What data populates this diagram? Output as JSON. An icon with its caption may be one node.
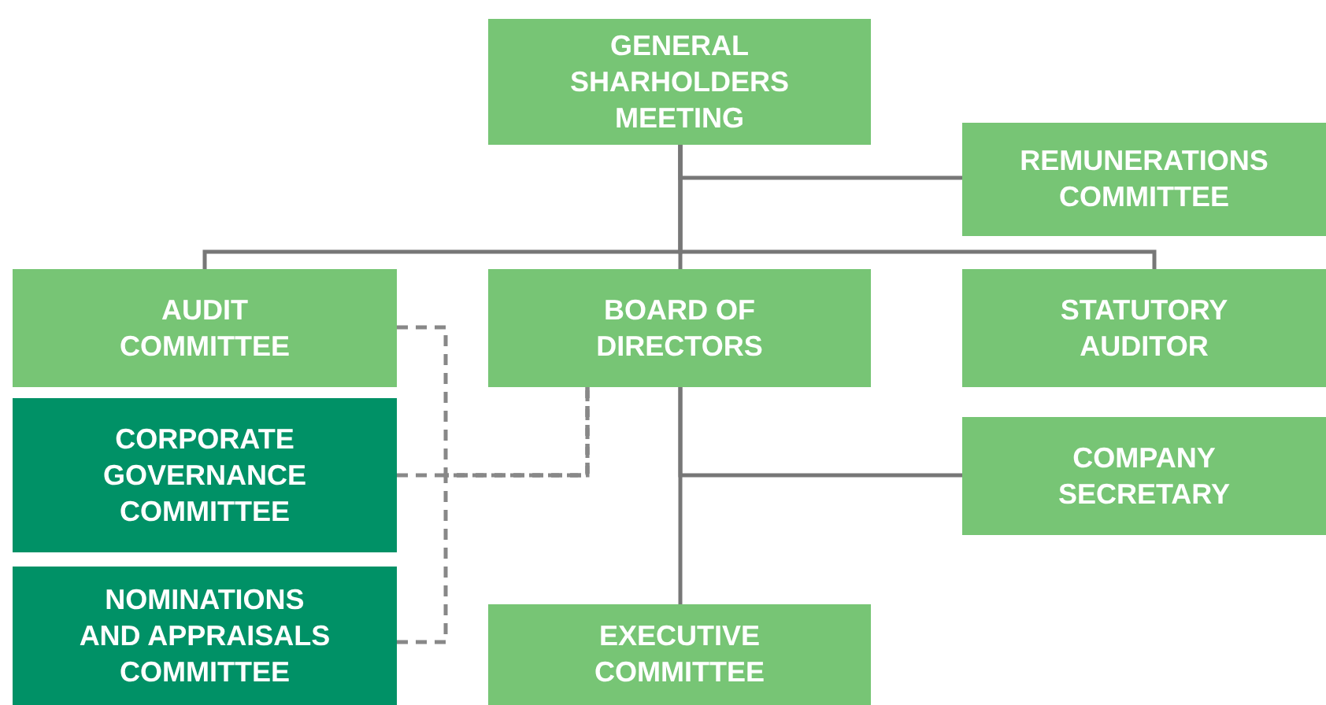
{
  "diagram": {
    "nodes": [
      {
        "text": [
          "GENERAL SHARHOLDERS MEETING"
        ]
      },
      {
        "text": [
          "REMUNERATIONS COMMITTEE"
        ]
      },
      {
        "text": [
          "AUDIT COMMITTEE"
        ]
      },
      {
        "text": [
          "BOARD OF DIRECTORS"
        ]
      },
      {
        "text": [
          "STATUTORY AUDITOR"
        ]
      },
      {
        "text": [
          "CORPORATE GOVERNANCE COMMITTEE"
        ]
      },
      {
        "text": [
          "COMPANY SECRETARY"
        ]
      },
      {
        "text": [
          "NOMINATIONS AND APPRAISALS COMMITTEE"
        ]
      },
      {
        "text": [
          "EXECUTIVE COMMITTEE"
        ]
      }
    ],
    "edges": [
      {
        "from": 0,
        "to": 1,
        "arrow": "none"
      },
      {
        "from": 0,
        "to": 2,
        "arrow": "none"
      },
      {
        "from": 0,
        "to": 3,
        "arrow": "none"
      },
      {
        "from": 0,
        "to": 4,
        "arrow": "none"
      },
      {
        "from": 3,
        "to": 6,
        "arrow": "none"
      },
      {
        "from": 3,
        "to": 8,
        "arrow": "none"
      },
      {
        "from": 2,
        "to": 3,
        "arrow": "none",
        "style": "dashed"
      },
      {
        "from": 5,
        "to": 3,
        "arrow": "none",
        "style": "dashed"
      },
      {
        "from": 7,
        "to": 3,
        "arrow": "none",
        "style": "dashed"
      }
    ]
  }
}
